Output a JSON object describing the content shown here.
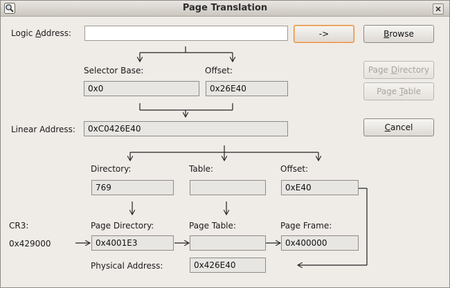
{
  "window": {
    "title": "Page Translation"
  },
  "logic": {
    "label_pre": "Logic ",
    "label_ul": "A",
    "label_post": "ddress:",
    "value": "",
    "go_label": "->"
  },
  "buttons": {
    "browse_ul": "B",
    "browse_rest": "rowse",
    "page_directory_pre": "Page ",
    "page_directory_ul": "D",
    "page_directory_post": "irectory",
    "page_table_pre": "Page ",
    "page_table_ul": "T",
    "page_table_post": "able",
    "cancel_ul": "C",
    "cancel_rest": "ancel"
  },
  "selector": {
    "base_label": "Selector Base:",
    "base_value": "0x0",
    "offset_label": "Offset:",
    "offset_value": "0x26E40"
  },
  "linear": {
    "label": "Linear Address:",
    "value": "0xC0426E40"
  },
  "split": {
    "directory_label": "Directory:",
    "directory_value": "769",
    "table_label": "Table:",
    "table_value": "",
    "offset_label": "Offset:",
    "offset_value": "0xE40"
  },
  "translation": {
    "cr3_label": "CR3:",
    "cr3_value": "0x429000",
    "page_directory_label": "Page Directory:",
    "page_directory_value": "0x4001E3",
    "page_table_label": "Page Table:",
    "page_table_value": "",
    "page_frame_label": "Page Frame:",
    "page_frame_value": "0x400000",
    "physical_label": "Physical Address:",
    "physical_value": "0x426E40"
  }
}
